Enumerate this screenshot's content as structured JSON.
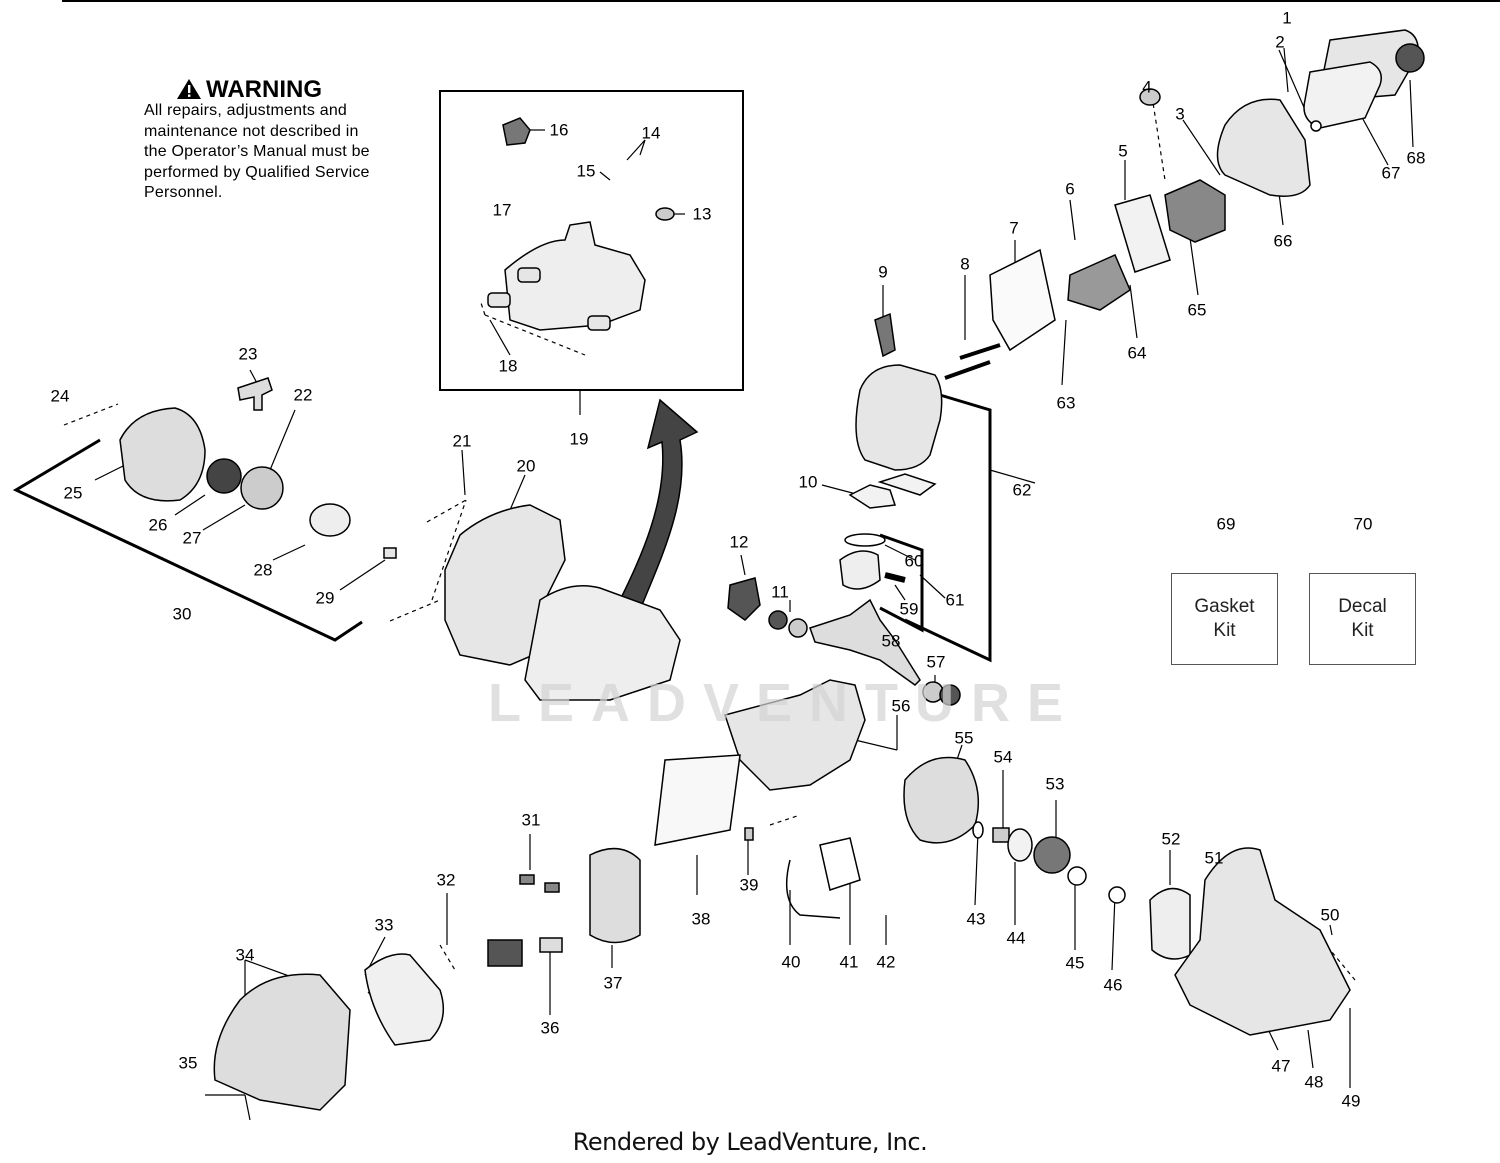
{
  "warning": {
    "title": "WARNING",
    "body": "All repairs, adjustments and\nmaintenance not described in\nthe Operator’s Manual must be\nperformed by Qualified Service\nPersonnel."
  },
  "callouts": [
    "1",
    "2",
    "3",
    "4",
    "5",
    "6",
    "7",
    "8",
    "9",
    "10",
    "11",
    "12",
    "13",
    "14",
    "15",
    "16",
    "17",
    "18",
    "19",
    "20",
    "21",
    "22",
    "23",
    "24",
    "25",
    "26",
    "27",
    "28",
    "29",
    "30",
    "31",
    "32",
    "33",
    "34",
    "35",
    "36",
    "37",
    "38",
    "39",
    "40",
    "41",
    "42",
    "43",
    "44",
    "45",
    "46",
    "47",
    "48",
    "49",
    "50",
    "51",
    "52",
    "53",
    "54",
    "55",
    "56",
    "57",
    "58",
    "59",
    "60",
    "61",
    "62",
    "63",
    "64",
    "65",
    "66",
    "67",
    "68",
    "69",
    "70"
  ],
  "kits": {
    "gasket": "Gasket\nKit",
    "decal": "Decal\nKit"
  },
  "watermark": "LEADVENTURE",
  "footer": "Rendered by LeadVenture, Inc.",
  "colors": {
    "line": "#000000",
    "part_fill": "#e6e6e6",
    "part_dark": "#555555"
  }
}
